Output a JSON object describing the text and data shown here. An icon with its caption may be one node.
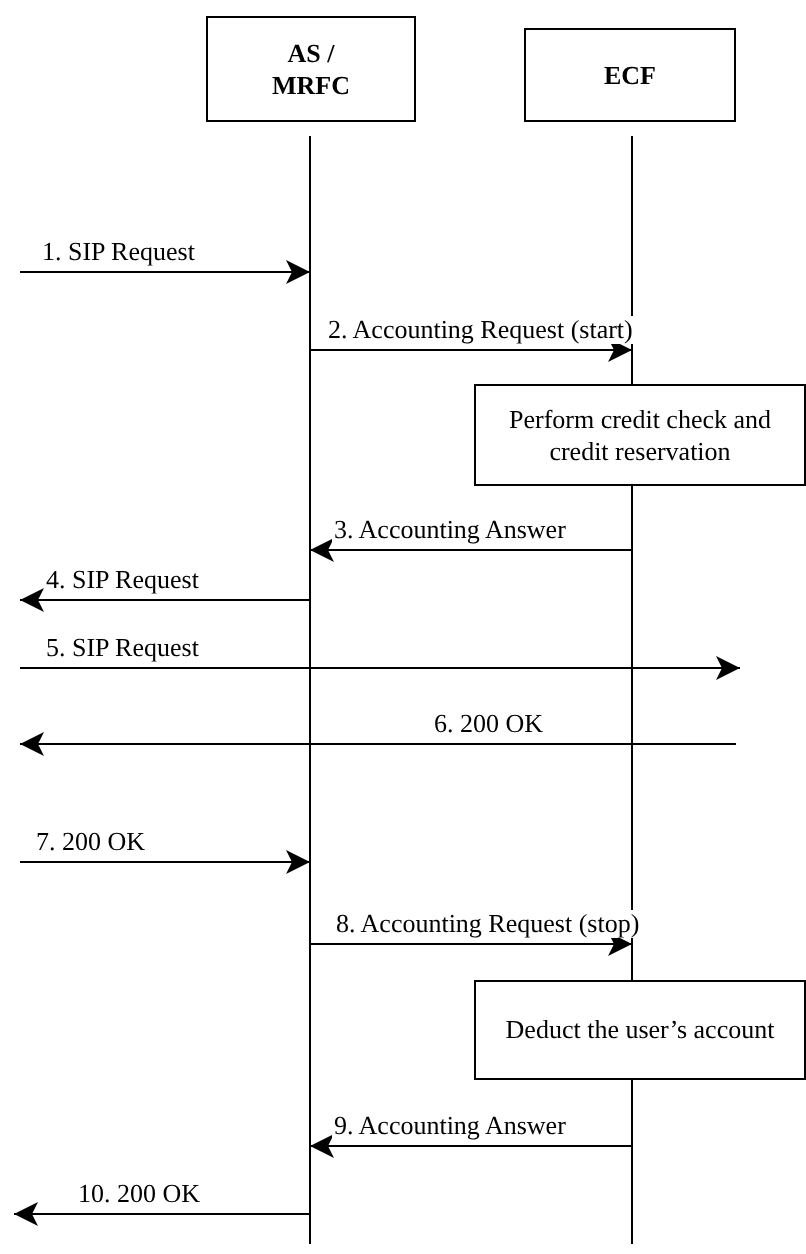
{
  "diagram": {
    "nodes": [
      {
        "text": [
          "AS / MRFC"
        ]
      },
      {
        "text": [
          "ECF"
        ]
      },
      {
        "text": [
          "Perform credit check and credit reservation"
        ]
      },
      {
        "text": [
          "Deduct the user’s account"
        ]
      }
    ],
    "edges": [
      {
        "from": null,
        "to": 0,
        "arrow": "to",
        "label": "1. SIP Request"
      },
      {
        "from": 0,
        "to": 1,
        "arrow": "to",
        "label": "2. Accounting Request (start)"
      },
      {
        "from": 1,
        "to": 0,
        "arrow": "to",
        "label": "3. Accounting Answer"
      },
      {
        "from": 0,
        "to": null,
        "arrow": "to",
        "label": "4. SIP Request"
      },
      {
        "from": null,
        "to": 1,
        "arrow": "to",
        "label": "5. SIP Request"
      },
      {
        "from": 1,
        "to": null,
        "arrow": "to",
        "label": "6. 200 OK"
      },
      {
        "from": null,
        "to": 0,
        "arrow": "to",
        "label": "7. 200 OK"
      },
      {
        "from": 0,
        "to": 1,
        "arrow": "to",
        "label": "8. Accounting Request (stop)"
      },
      {
        "from": 1,
        "to": 0,
        "arrow": "to",
        "label": "9. Accounting Answer"
      },
      {
        "from": 0,
        "to": null,
        "arrow": "to",
        "label": "10. 200 OK"
      }
    ]
  }
}
